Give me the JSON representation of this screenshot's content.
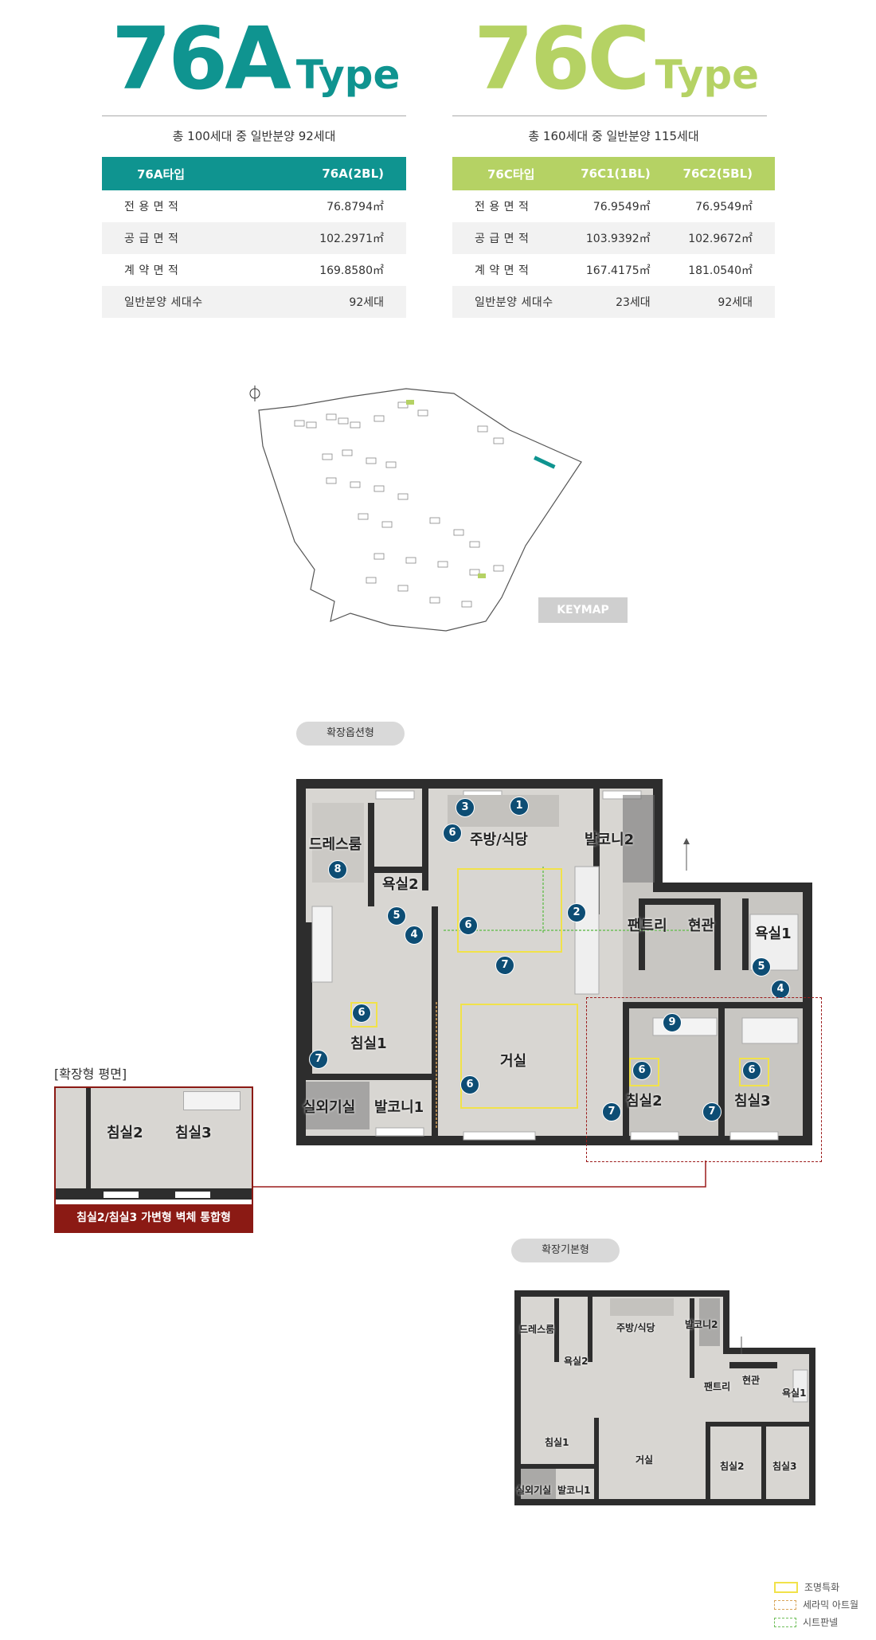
{
  "type76a": {
    "code": "76A",
    "suffix": "Type",
    "color": "#0f9490",
    "summary": "총 100세대 중 일반분양 92세대",
    "table": {
      "headers": [
        "76A타입",
        "76A(2BL)"
      ],
      "rows": [
        {
          "label": "전 용 면 적",
          "values": [
            "76.8794㎡"
          ]
        },
        {
          "label": "공 급 면 적",
          "values": [
            "102.2971㎡"
          ]
        },
        {
          "label": "계 약 면 적",
          "values": [
            "169.8580㎡"
          ]
        },
        {
          "label": "일반분양 세대수",
          "values": [
            "92세대"
          ]
        }
      ]
    }
  },
  "type76c": {
    "code": "76C",
    "suffix": "Type",
    "color": "#b5d264",
    "summary": "총 160세대 중 일반분양 115세대",
    "table": {
      "headers": [
        "76C타입",
        "76C1(1BL)",
        "76C2(5BL)"
      ],
      "rows": [
        {
          "label": "전 용 면 적",
          "values": [
            "76.9549㎡",
            "76.9549㎡"
          ]
        },
        {
          "label": "공 급 면 적",
          "values": [
            "103.9392㎡",
            "102.9672㎡"
          ]
        },
        {
          "label": "계 약 면 적",
          "values": [
            "167.4175㎡",
            "181.0540㎡"
          ]
        },
        {
          "label": "일반분양 세대수",
          "values": [
            "23세대",
            "92세대"
          ]
        }
      ]
    }
  },
  "keymap": {
    "button_label": "KEYMAP"
  },
  "option_plan": {
    "pill_label": "확장옵션형",
    "rooms": {
      "dressroom": "드레스룸",
      "bath2": "욕실2",
      "kitchen": "주방/식당",
      "balcony2": "발코니2",
      "pantry": "팬트리",
      "entrance": "현관",
      "bath1": "욕실1",
      "bedroom1": "침실1",
      "living": "거실",
      "bedroom2": "침실2",
      "bedroom3": "침실3",
      "utility": "실외기실",
      "balcony1": "발코니1"
    },
    "markers": [
      "1",
      "2",
      "3",
      "4",
      "5",
      "6",
      "7",
      "8",
      "9"
    ]
  },
  "expanded_inset": {
    "title": "[확장형 평면]",
    "room_a": "침실2",
    "room_b": "침실3",
    "caption": "침실2/침실3 가변형 벽체 통합형"
  },
  "basic_plan": {
    "pill_label": "확장기본형",
    "rooms": {
      "dressroom": "드레스룸",
      "kitchen": "주방/식당",
      "balcony2": "발코니2",
      "bath2": "욕실2",
      "pantry": "팬트리",
      "entrance": "현관",
      "bath1": "욕실1",
      "bedroom1": "침실1",
      "living": "거실",
      "bedroom2": "침실2",
      "bedroom3": "침실3",
      "utility": "실외기실",
      "balcony1": "발코니1"
    }
  },
  "legend": [
    {
      "label": "조명특화",
      "color": "#f1e24a"
    },
    {
      "label": "세라믹 아트월",
      "color": "#d9a45a"
    },
    {
      "label": "시트판넬",
      "color": "#6fbf5a"
    }
  ]
}
